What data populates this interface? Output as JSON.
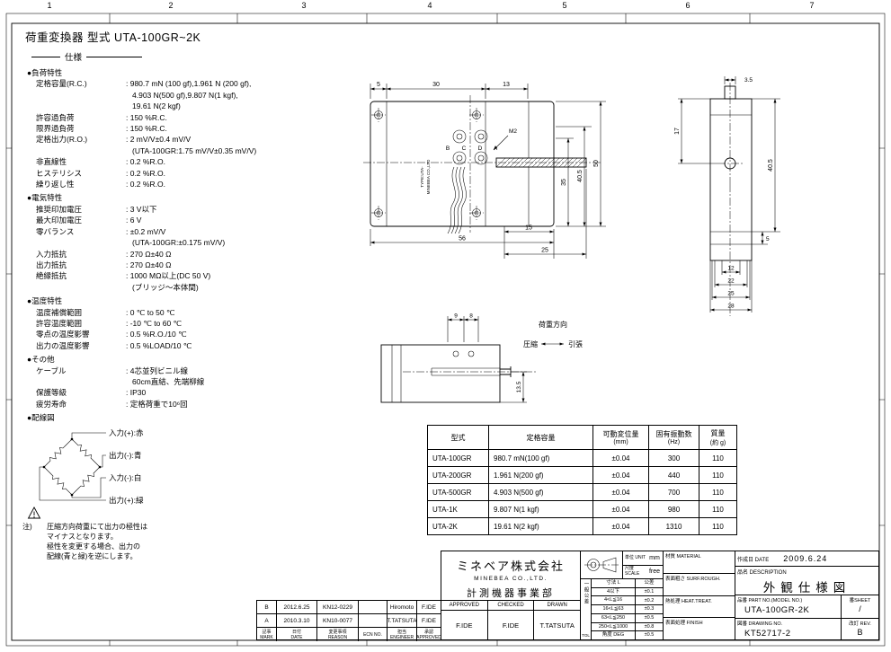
{
  "page": {
    "title": "荷重変換器 型式 UTA-100GR~2K",
    "spec_heading": "仕様"
  },
  "ruler": [
    "1",
    "2",
    "3",
    "4",
    "5",
    "6",
    "7"
  ],
  "specs": {
    "load": {
      "heading": "●負荷特性",
      "rows": [
        {
          "label": "定格容量(R.C.)",
          "value": ": 980.7 mN (100 gf),1.961 N (200 gf),"
        },
        {
          "label": "",
          "value": "4.903 N(500 gf),9.807 N(1 kgf),"
        },
        {
          "label": "",
          "value": "19.61 N(2 kgf)"
        },
        {
          "label": "許容過負荷",
          "value": ": 150 %R.C."
        },
        {
          "label": "限界過負荷",
          "value": ": 150 %R.C."
        },
        {
          "label": "定格出力(R.O.)",
          "value": ": 2 mV/V±0.4 mV/V"
        },
        {
          "label": "",
          "value": "(UTA-100GR:1.75 mV/V±0.35 mV/V)"
        },
        {
          "label": "非直線性",
          "value": ": 0.2 %R.O."
        },
        {
          "label": "ヒステリシス",
          "value": ": 0.2 %R.O."
        },
        {
          "label": "繰り返し性",
          "value": ": 0.2 %R.O."
        }
      ]
    },
    "electric": {
      "heading": "●電気特性",
      "rows": [
        {
          "label": "推奨印加電圧",
          "value": ": 3 V以下"
        },
        {
          "label": "最大印加電圧",
          "value": ": 6 V"
        },
        {
          "label": "零バランス",
          "value": ": ±0.2 mV/V"
        },
        {
          "label": "",
          "value": "(UTA-100GR:±0.175 mV/V)"
        },
        {
          "label": "入力抵抗",
          "value": ": 270 Ω±40 Ω"
        },
        {
          "label": "出力抵抗",
          "value": ": 270 Ω±40 Ω"
        },
        {
          "label": "絶縁抵抗",
          "value": ": 1000 MΩ以上(DC 50 V)"
        },
        {
          "label": "",
          "value": "(ブリッジ〜本体間)"
        }
      ]
    },
    "temperature": {
      "heading": "●温度特性",
      "rows": [
        {
          "label": "温度補償範囲",
          "value": ": 0 ℃ to 50 ℃"
        },
        {
          "label": "許容温度範囲",
          "value": ": -10 ℃ to 60 ℃"
        },
        {
          "label": "零点の温度影響",
          "value": ": 0.5 %R.O./10 ℃"
        },
        {
          "label": "出力の温度影響",
          "value": ": 0.5 %LOAD/10 ℃"
        }
      ]
    },
    "other": {
      "heading": "●その他",
      "rows": [
        {
          "label": "ケーブル",
          "value": ": 4芯並列ビニル線"
        },
        {
          "label": "",
          "value": "60cm直結、先端柳線"
        },
        {
          "label": "保護等級",
          "value": ": IP30"
        },
        {
          "label": "疲労寿命",
          "value": ": 定格荷重で10⁶回"
        }
      ]
    },
    "wiring_heading": "●配線図"
  },
  "wiring": {
    "labels": [
      "入力(+):赤",
      "出力(-):青",
      "入力(-):白",
      "出力(+):緑"
    ]
  },
  "note": {
    "mark": "注)",
    "lines": [
      "圧縮方向荷重にて出力の極性は",
      "マイナスとなります。",
      "極性を変更する場合、出力の",
      "配線(青と緑)を逆にします。"
    ]
  },
  "drawings": {
    "top_view": {
      "dim_5": "5",
      "dim_30": "30",
      "dim_13": "13",
      "dim_35": "35",
      "dim_40_5": "40.5",
      "dim_50": "50",
      "dim_15": "15",
      "dim_56": "56",
      "dim_25": "25",
      "pins": [
        "B",
        "C",
        "D",
        "A"
      ],
      "thread": "M2",
      "nameplate": [
        "TYPE:UTA-",
        "MINEBEA CO.,LTD"
      ]
    },
    "side_view": {
      "dim_3_5": "3.5",
      "dim_17": "17",
      "dim_40_5": "40.5",
      "dim_5": "5",
      "dim_12": "12",
      "dim_22": "22",
      "dim_25": "25",
      "dim_28": "28"
    },
    "front_view": {
      "dim_9": "9",
      "dim_8": "8",
      "dim_13_5": "13.5",
      "load_direction": "荷重方向",
      "compression": "圧縮",
      "tension": "引張"
    }
  },
  "table": {
    "headers": [
      "型式",
      "定格容量",
      "可動変位量",
      "固有振動数",
      "質量"
    ],
    "header_units": [
      "",
      "",
      "(mm)",
      "(Hz)",
      "(約 g)"
    ],
    "rows": [
      [
        "UTA-100GR",
        "980.7 mN(100 gf)",
        "±0.04",
        "300",
        "110"
      ],
      [
        "UTA-200GR",
        "1.961 N(200 gf)",
        "±0.04",
        "440",
        "110"
      ],
      [
        "UTA-500GR",
        "4.903 N(500 gf)",
        "±0.04",
        "700",
        "110"
      ],
      [
        "UTA-1K",
        "9.807 N(1 kgf)",
        "±0.04",
        "980",
        "110"
      ],
      [
        "UTA-2K",
        "19.61 N(2 kgf)",
        "±0.04",
        "1310",
        "110"
      ]
    ]
  },
  "title_block": {
    "company": {
      "name": "ミネベア株式会社",
      "name_en": "MINEBEA CO.,LTD.",
      "division": "計測機器事業部"
    },
    "sign": {
      "headers": [
        "APPROVED",
        "CHECKED",
        "DRAWN"
      ],
      "values": [
        "F.IDE",
        "F.IDE",
        "T.TATSUTA"
      ]
    },
    "revision": {
      "rows": [
        [
          "B",
          "2012.6.25",
          "KN12-0229",
          "",
          "Hiromoto",
          "F.IDE"
        ],
        [
          "A",
          "2010.3.10",
          "KN10-0077",
          "",
          "T.TATSUTA",
          "F.IDE"
        ]
      ],
      "headers_jp": [
        "記事",
        "日付",
        "変更事項",
        "",
        "担当",
        "承認"
      ],
      "headers_en": [
        "MARK",
        "DATE",
        "REASON",
        "ECN NO.",
        "ENGINEER",
        "APPROVED"
      ]
    },
    "unit": {
      "label": "単位 UNIT",
      "value": "mm"
    },
    "scale": {
      "label": "尺度 SCALE",
      "value": "free"
    },
    "tolerance": {
      "side_jp": "一般公差",
      "side_en": "TOL",
      "col_dim": "寸法 L",
      "col_tol": "公差",
      "rows": [
        [
          "4以下",
          "±0.1"
        ],
        [
          "4<L≦16",
          "±0.2"
        ],
        [
          "16<L≦63",
          "±0.3"
        ],
        [
          "63<L≦250",
          "±0.5"
        ],
        [
          "250<L≦1000",
          "±0.8"
        ],
        [
          "角度 DEG",
          "±0.5"
        ]
      ]
    },
    "material": {
      "label": "材質 MATERIAL",
      "value": ""
    },
    "surf": {
      "label": "表面粗さ SURF.ROUGH.",
      "value": ""
    },
    "heat": {
      "label": "熱処理 HEAT.TREAT.",
      "value": ""
    },
    "finish": {
      "label": "表面処理 FINISH",
      "value": ""
    },
    "date": {
      "label": "作成日 DATE",
      "value": "2009.6.24"
    },
    "description": {
      "label": "品名 DESCRIPTION",
      "value": "外観仕様図"
    },
    "part_no": {
      "label": "品番 PART NO.(MODEL NO.)",
      "value": "UTA-100GR-2K"
    },
    "sheet": {
      "label": "番SHEET",
      "value": "/"
    },
    "drawing_no": {
      "label": "図番 DRAWING NO.",
      "value": "KT52717-2"
    },
    "rev": {
      "label": "改訂 REV.",
      "value": "B"
    }
  }
}
